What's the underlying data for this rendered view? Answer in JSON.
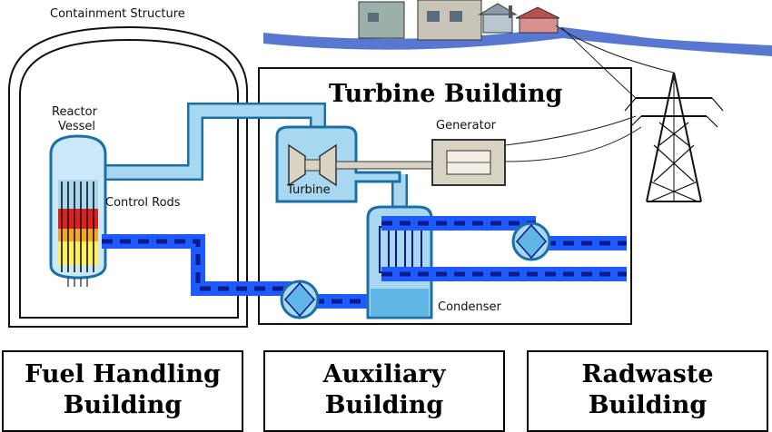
{
  "labels": {
    "containment": "Containment Structure",
    "reactor_vessel_line1": "Reactor",
    "reactor_vessel_line2": "Vessel",
    "control_rods": "Control Rods",
    "turbine_building": "Turbine Building",
    "generator": "Generator",
    "turbine": "Turbine",
    "condenser": "Condenser"
  },
  "buildings": [
    {
      "line1": "Fuel Handling",
      "line2": "Building"
    },
    {
      "line1": "Auxiliary",
      "line2": "Building"
    },
    {
      "line1": "Radwaste",
      "line2": "Building"
    }
  ],
  "colors": {
    "steam": "#a8d8f0",
    "steam_edge": "#1a6fa8",
    "water": "#1e5bff",
    "water_dash": "#0a1a8c",
    "fuel_hot": "#e02020",
    "fuel_warm": "#f5a623",
    "fuel_cool": "#fff060",
    "housing": "#d9d3c3",
    "sky_water": "#1840c0"
  }
}
